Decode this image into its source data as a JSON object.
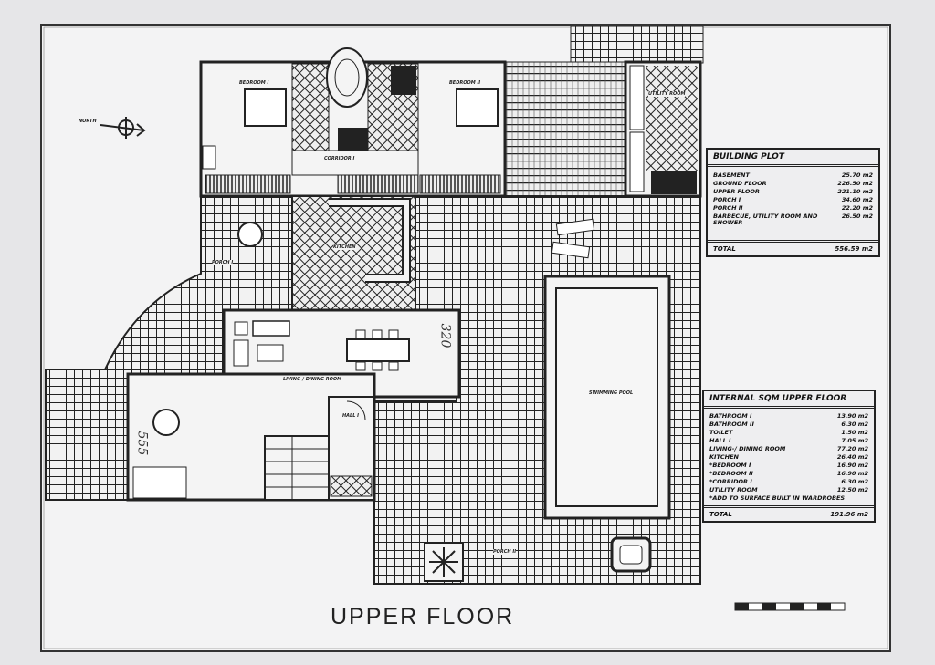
{
  "title": "UPPER FLOOR",
  "north_label": "NORTH",
  "rooms": {
    "bedroom1": "BEDROOM I",
    "bedroom2": "BEDROOM II",
    "corridor": "CORRIDOR I",
    "kitchen": "KITCHEN",
    "living": "LIVING-/ DINING ROOM",
    "hall": "HALL I",
    "pool": "SWIMMING POOL",
    "utility": "UTILITY ROOM",
    "porch1": "PORCH I",
    "porch2": "PORCH II"
  },
  "handwritten": {
    "dim1": "320",
    "dim2": "555"
  },
  "building_plot": {
    "title": "BUILDING PLOT",
    "rows": [
      {
        "label": "BASEMENT",
        "value": "25.70 m2"
      },
      {
        "label": "GROUND FLOOR",
        "value": "226.50 m2"
      },
      {
        "label": "UPPER FLOOR",
        "value": "221.10 m2"
      },
      {
        "label": "PORCH I",
        "value": "34.60 m2"
      },
      {
        "label": "PORCH II",
        "value": "22.20 m2"
      },
      {
        "label": "BARBECUE, UTILITY ROOM AND SHOWER",
        "value": "26.50 m2"
      }
    ],
    "total_label": "TOTAL",
    "total_value": "556.59 m2"
  },
  "internal_sqm": {
    "title": "INTERNAL SQM UPPER FLOOR",
    "rows": [
      {
        "label": "BATHROOM I",
        "value": "13.90 m2"
      },
      {
        "label": "BATHROOM II",
        "value": "6.30 m2"
      },
      {
        "label": "TOILET",
        "value": "1.50 m2"
      },
      {
        "label": "HALL I",
        "value": "7.05 m2"
      },
      {
        "label": "LIVING-/ DINING ROOM",
        "value": "77.20 m2"
      },
      {
        "label": "KITCHEN",
        "value": "26.40 m2"
      },
      {
        "label": "*BEDROOM I",
        "value": "16.90 m2"
      },
      {
        "label": "*BEDROOM II",
        "value": "16.90 m2"
      },
      {
        "label": "*CORRIDOR I",
        "value": "6.30 m2"
      },
      {
        "label": "UTILITY ROOM",
        "value": "12.50 m2"
      }
    ],
    "note": "*ADD TO SURFACE BUILT IN WARDROBES",
    "total_label": "TOTAL",
    "total_value": "191.96 m2"
  }
}
